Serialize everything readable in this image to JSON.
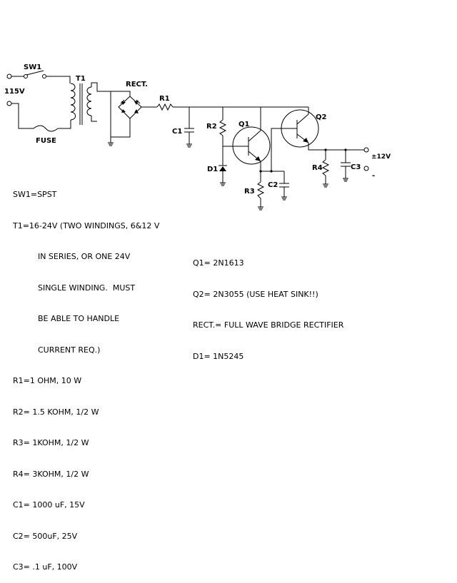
{
  "labels": {
    "sw1": "SW1",
    "t1": "T1",
    "v115": "115V",
    "fuse": "FUSE",
    "rect": "RECT.",
    "r1": "R1",
    "c1": "C1",
    "r2": "R2",
    "q1": "Q1",
    "q2": "Q2",
    "d1": "D1",
    "r3": "R3",
    "c2": "C2",
    "r4": "R4",
    "c3": "C3",
    "plus12": "±12V",
    "minus": "-"
  },
  "notes_left": [
    "SW1=SPST",
    "T1=16-24V (TWO WINDINGS, 6&12 V",
    "          IN SERIES, OR ONE 24V",
    "          SINGLE WINDING.  MUST",
    "          BE ABLE TO HANDLE",
    "          CURRENT REQ.)",
    "R1=1 OHM, 10 W",
    "R2= 1.5 KOHM, 1/2 W",
    "R3= 1KOHM, 1/2 W",
    "R4= 3KOHM, 1/2 W",
    "C1= 1000 uF, 15V",
    "C2= 500uF, 25V",
    "C3= .1 uF, 100V"
  ],
  "notes_right": [
    "Q1= 2N1613",
    "Q2= 2N3055 (USE HEAT SINK!!)",
    "RECT.= FULL WAVE BRIDGE RECTIFIER",
    "D1= 1N5245"
  ]
}
